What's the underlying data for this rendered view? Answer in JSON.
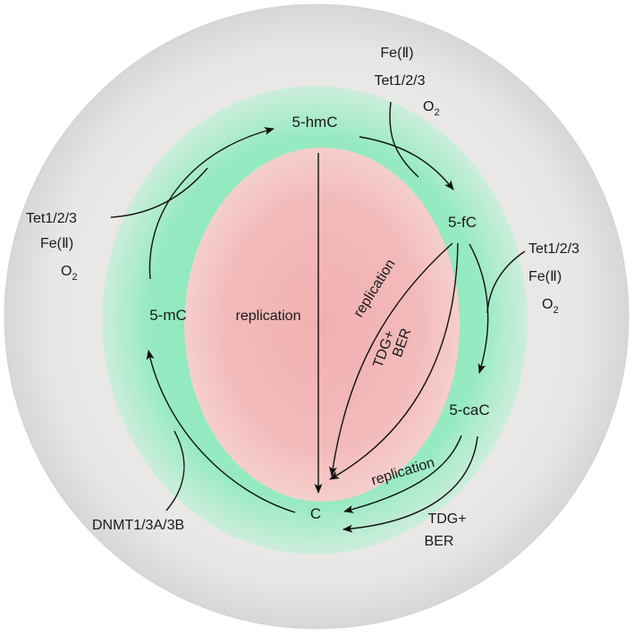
{
  "nodes": {
    "hmc": "5-hmC",
    "fc": "5-fC",
    "cac": "5-caC",
    "c": "C",
    "mc": "5-mC"
  },
  "cofactors": {
    "top": {
      "fe": "Fe(Ⅱ)",
      "tet": "Tet1/2/3",
      "o": "O",
      "o_sub": "2"
    },
    "left": {
      "tet": "Tet1/2/3",
      "fe": "Fe(Ⅱ)",
      "o": "O",
      "o_sub": "2"
    },
    "right": {
      "tet": "Tet1/2/3",
      "fe": "Fe(Ⅱ)",
      "o": "O",
      "o_sub": "2"
    },
    "dnmt": "DNMT1/3A/3B"
  },
  "pathways": {
    "replication_center": "replication",
    "replication_fc": "replication",
    "tdg_fc_line1": "TDG+",
    "tdg_fc_line2": "BER",
    "replication_cac": "replication",
    "tdg_cac_line1": "TDG+",
    "tdg_cac_line2": "BER"
  },
  "colors": {
    "outer_disc": "#ebe9e7",
    "green_ring": "#8fe8bd",
    "pink_center": "#f2b3b3",
    "arrow": "#111111"
  }
}
